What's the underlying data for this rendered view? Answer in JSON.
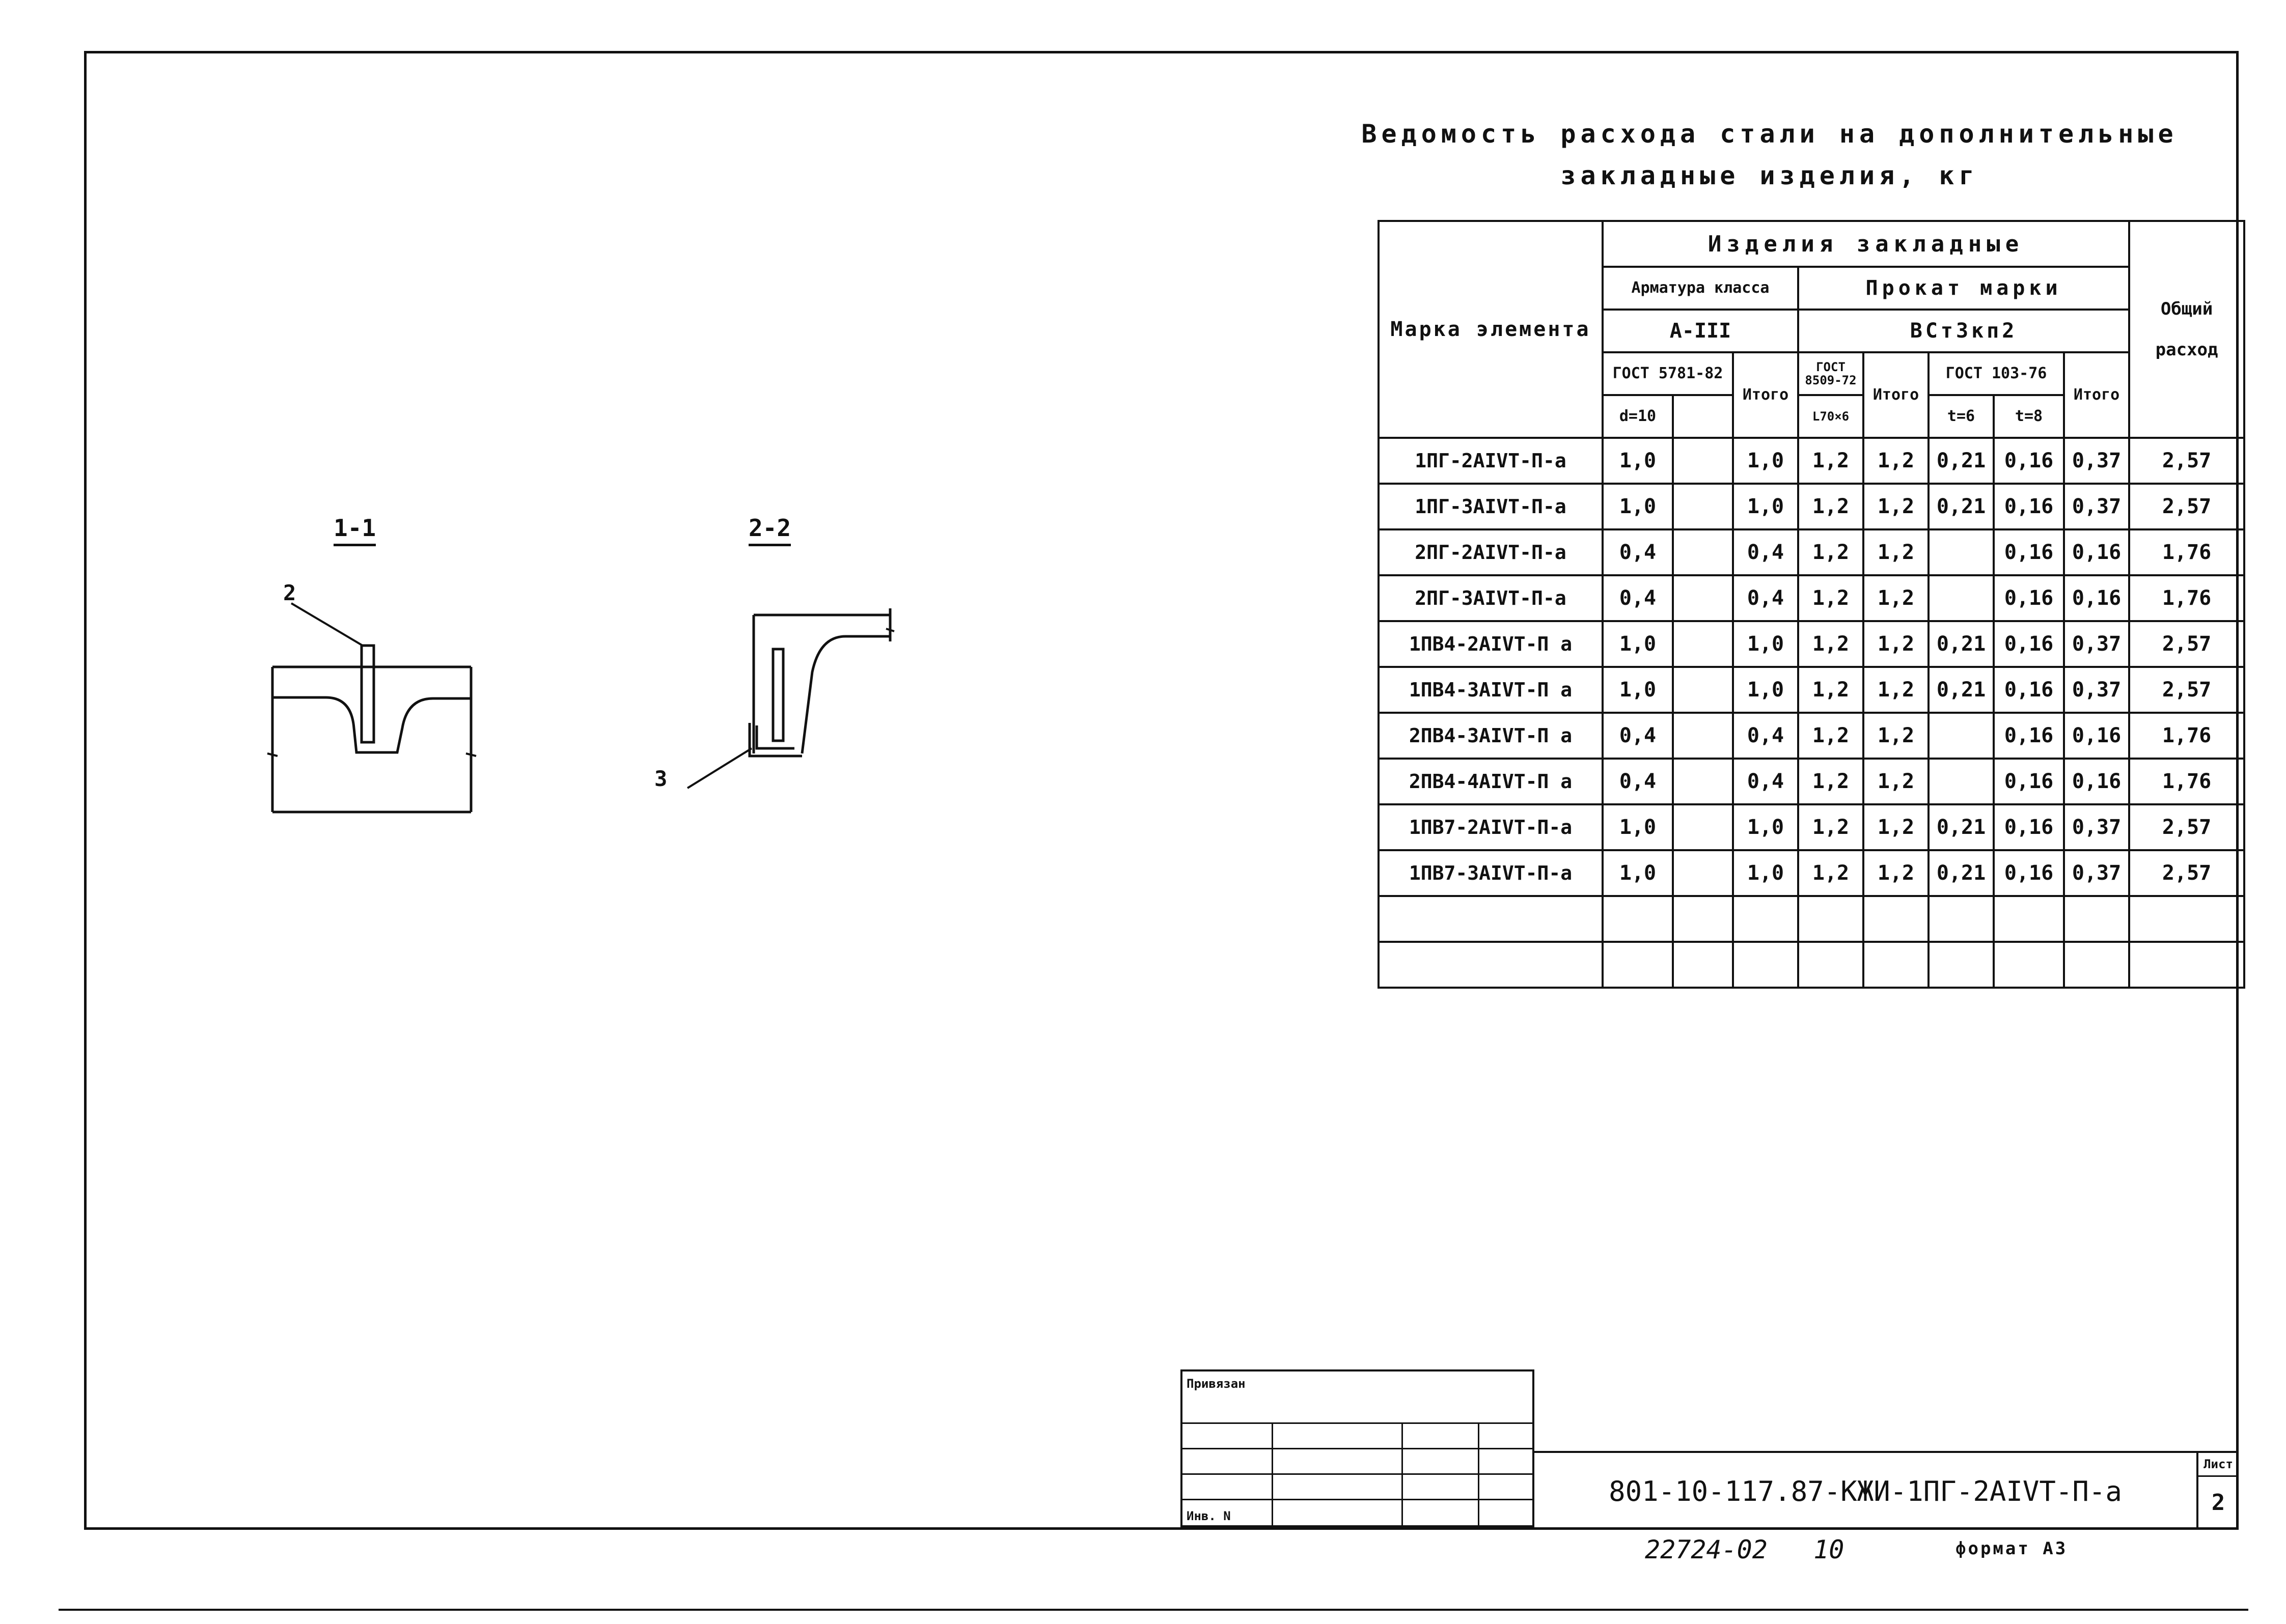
{
  "title": {
    "line1": "Ведомость расхода стали на дополнительные",
    "line2": "закладные изделия, кг"
  },
  "table": {
    "h_mark": "Марка элемента",
    "h_items": "Изделия закладные",
    "h_total_use": "Общий расход",
    "h_rebar_class": "Арматура класса",
    "h_rolled_grade": "Прокат марки",
    "h_rebar_grade": "А-III",
    "h_steel_grade": "ВСт3кп2",
    "h_gost1": "ГОСТ 5781-82",
    "h_itogo1": "Итого",
    "h_gost2": "ГОСТ 8509-72",
    "h_itogo2": "Итого",
    "h_gost3": "ГОСТ 103-76",
    "h_itogo3": "Итого",
    "h_d": "d=10",
    "h_angle": "L70×6",
    "h_t6": "t=6",
    "h_t8": "t=8",
    "rows": [
      {
        "mark": "1ПГ-2АIVТ-П-а",
        "d10": "1,0",
        "it1": "1,0",
        "ang": "1,2",
        "it2": "1,2",
        "t6": "0,21",
        "t8": "0,16",
        "it3": "0,37",
        "total": "2,57"
      },
      {
        "mark": "1ПГ-3АIVТ-П-а",
        "d10": "1,0",
        "it1": "1,0",
        "ang": "1,2",
        "it2": "1,2",
        "t6": "0,21",
        "t8": "0,16",
        "it3": "0,37",
        "total": "2,57"
      },
      {
        "mark": "2ПГ-2АIVТ-П-а",
        "d10": "0,4",
        "it1": "0,4",
        "ang": "1,2",
        "it2": "1,2",
        "t6": "",
        "t8": "0,16",
        "it3": "0,16",
        "total": "1,76"
      },
      {
        "mark": "2ПГ-3АIVТ-П-а",
        "d10": "0,4",
        "it1": "0,4",
        "ang": "1,2",
        "it2": "1,2",
        "t6": "",
        "t8": "0,16",
        "it3": "0,16",
        "total": "1,76"
      },
      {
        "mark": "1ПВ4-2АIVТ-П а",
        "d10": "1,0",
        "it1": "1,0",
        "ang": "1,2",
        "it2": "1,2",
        "t6": "0,21",
        "t8": "0,16",
        "it3": "0,37",
        "total": "2,57"
      },
      {
        "mark": "1ПВ4-3АIVТ-П а",
        "d10": "1,0",
        "it1": "1,0",
        "ang": "1,2",
        "it2": "1,2",
        "t6": "0,21",
        "t8": "0,16",
        "it3": "0,37",
        "total": "2,57"
      },
      {
        "mark": "2ПВ4-3АIVТ-П а",
        "d10": "0,4",
        "it1": "0,4",
        "ang": "1,2",
        "it2": "1,2",
        "t6": "",
        "t8": "0,16",
        "it3": "0,16",
        "total": "1,76"
      },
      {
        "mark": "2ПВ4-4АIVТ-П а",
        "d10": "0,4",
        "it1": "0,4",
        "ang": "1,2",
        "it2": "1,2",
        "t6": "",
        "t8": "0,16",
        "it3": "0,16",
        "total": "1,76"
      },
      {
        "mark": "1ПВ7-2АIVТ-П-а",
        "d10": "1,0",
        "it1": "1,0",
        "ang": "1,2",
        "it2": "1,2",
        "t6": "0,21",
        "t8": "0,16",
        "it3": "0,37",
        "total": "2,57"
      },
      {
        "mark": "1ПВ7-3АIVТ-П-а",
        "d10": "1,0",
        "it1": "1,0",
        "ang": "1,2",
        "it2": "1,2",
        "t6": "0,21",
        "t8": "0,16",
        "it3": "0,37",
        "total": "2,57"
      }
    ]
  },
  "sections": {
    "s1": "1-1",
    "s2": "2-2",
    "pos2": "2",
    "pos3": "3"
  },
  "stamp": {
    "privyazan": "Привязан",
    "inv": "Инв. N",
    "code": "801-10-117.87-КЖИ-1ПГ-2АIVТ-П-а",
    "sheet_label": "Лист",
    "sheet": "2",
    "archive": "22724-02   10",
    "format": "формат А3"
  }
}
